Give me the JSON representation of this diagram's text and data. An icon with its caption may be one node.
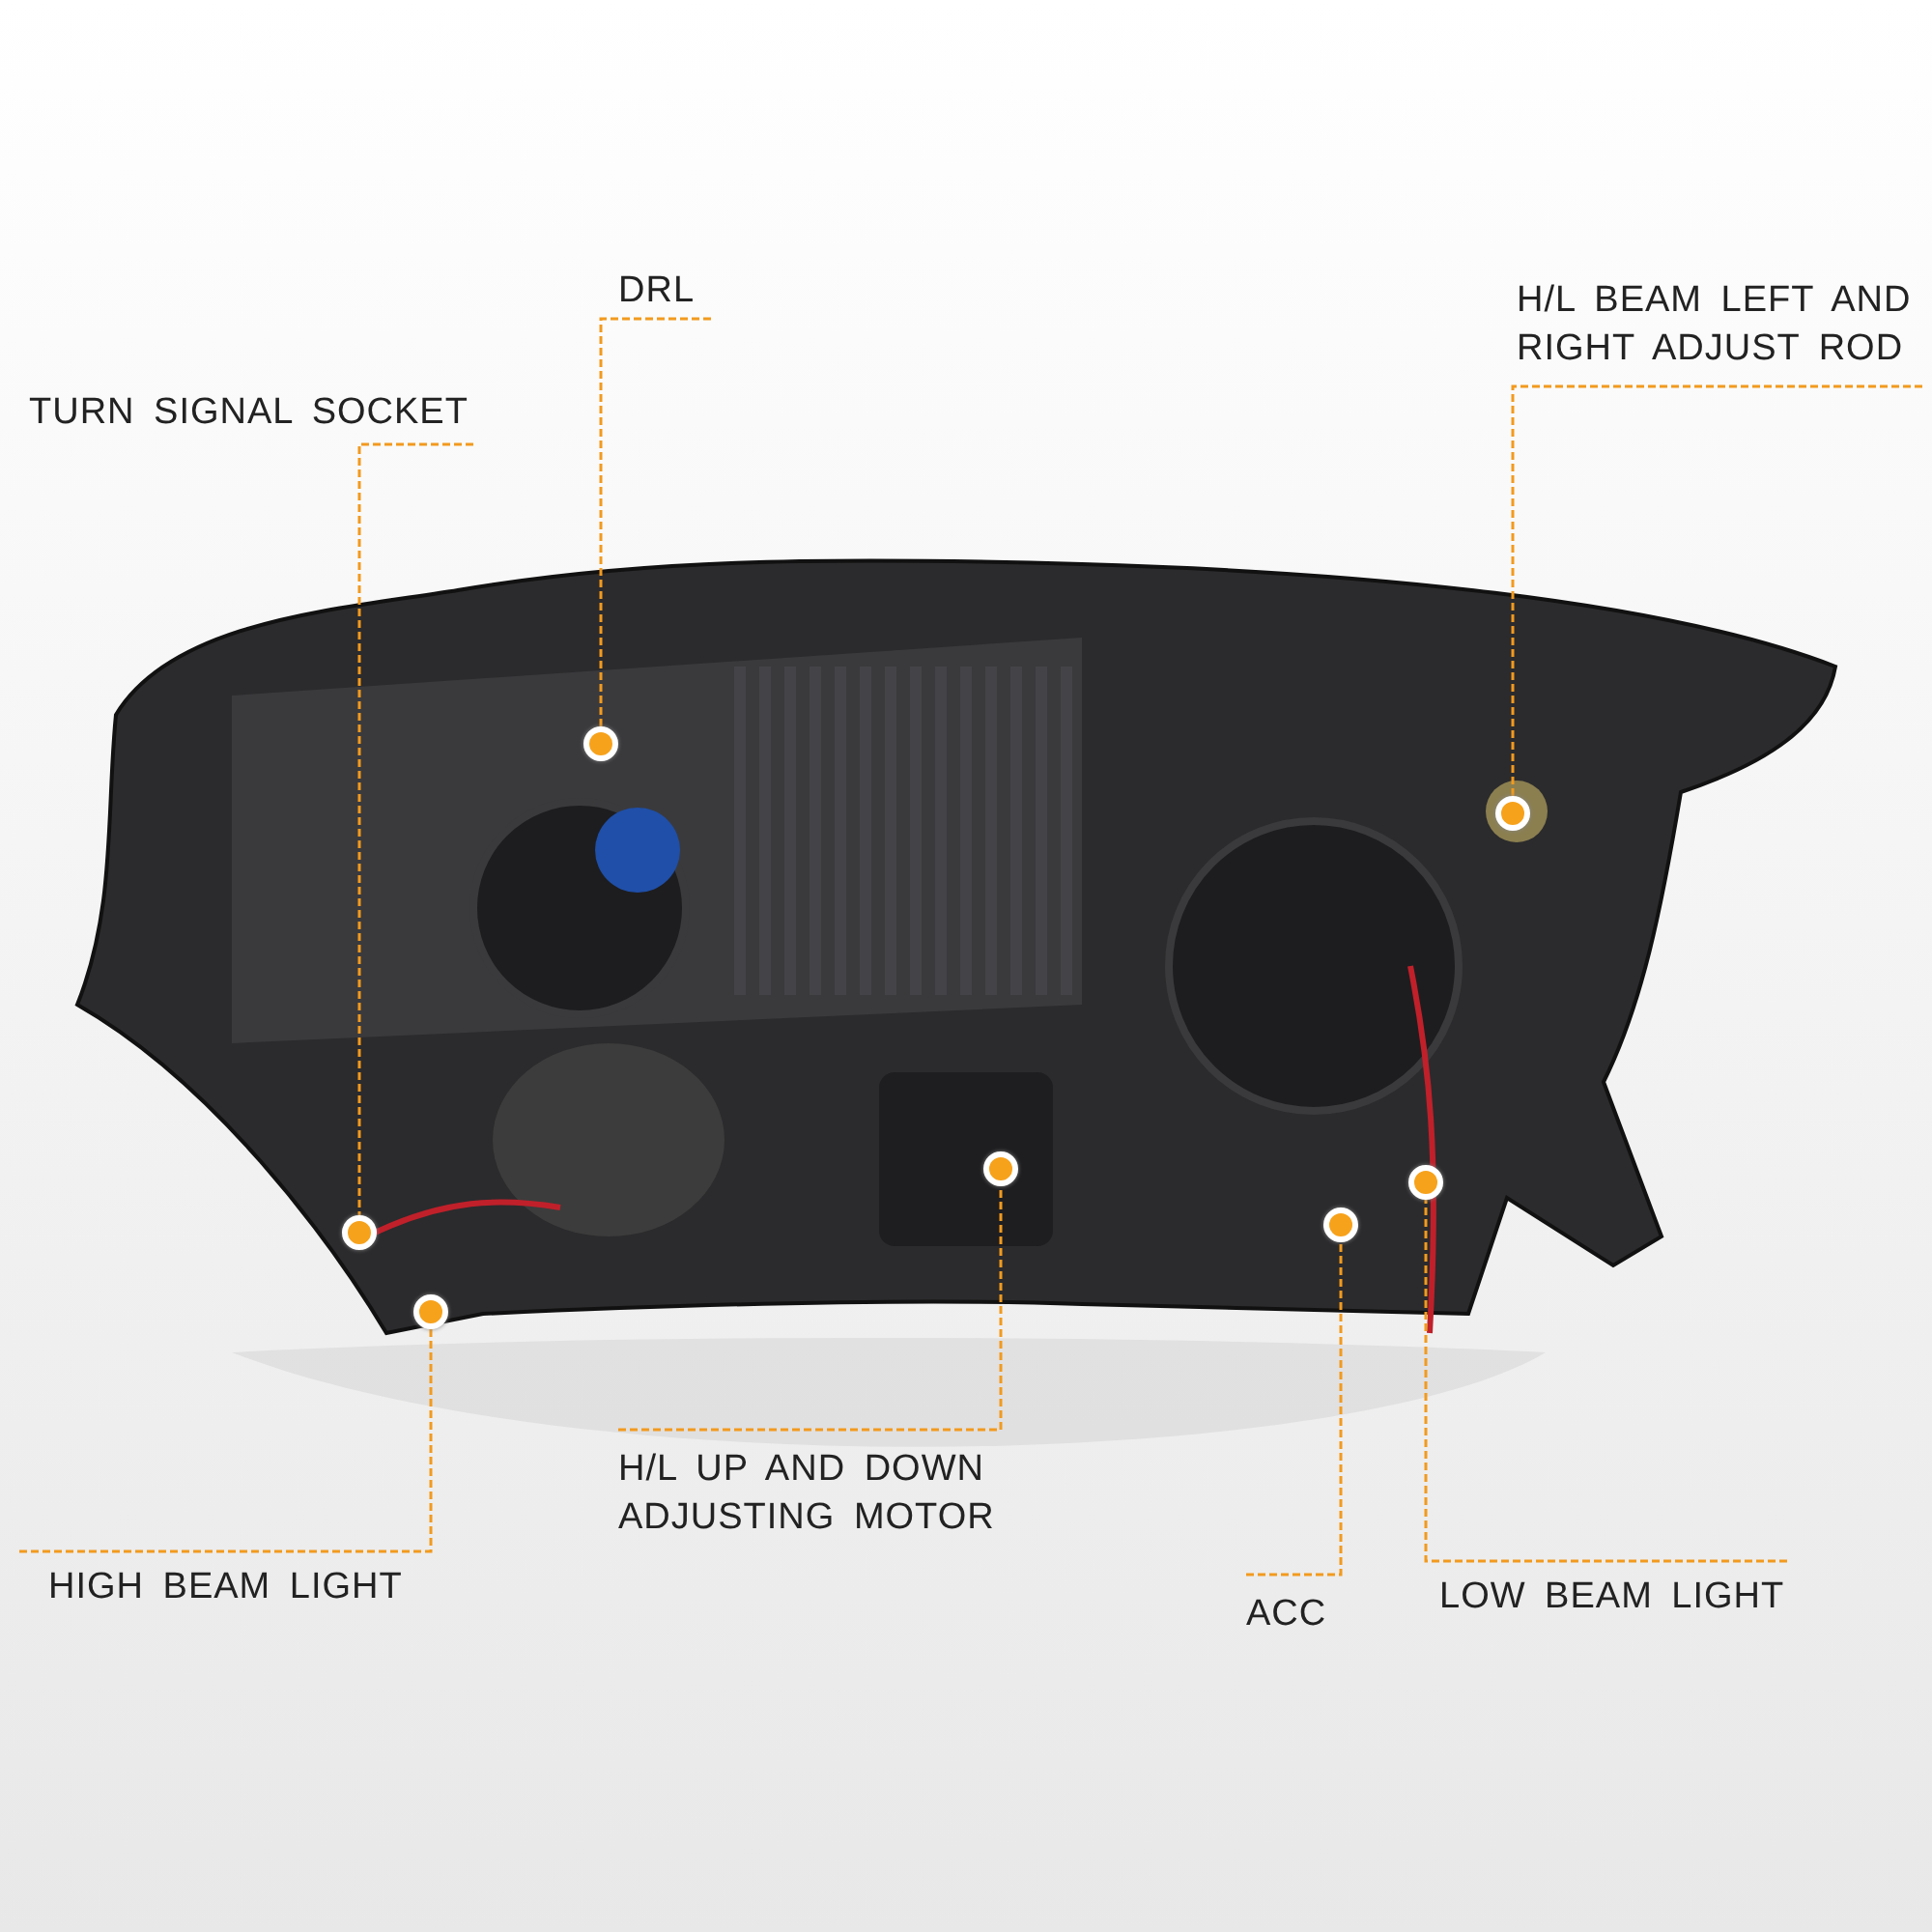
{
  "diagram": {
    "nodes": [
      {
        "text": [
          "DRL"
        ]
      },
      {
        "text": [
          "H/L BEAM LEFT AND RIGHT ADJUST ROD"
        ]
      },
      {
        "text": [
          "TURN SIGNAL SOCKET"
        ]
      },
      {
        "text": [
          "H/L UP AND DOWN ADJUSTING MOTOR"
        ]
      },
      {
        "text": [
          "HIGH BEAM LIGHT"
        ]
      },
      {
        "text": [
          "ACC"
        ]
      },
      {
        "text": [
          "LOW BEAM LIGHT"
        ]
      },
      {
        "text": [],
        "shape": "circle"
      },
      {
        "text": [],
        "shape": "circle"
      },
      {
        "text": [],
        "shape": "circle"
      },
      {
        "text": [],
        "shape": "circle"
      },
      {
        "text": [],
        "shape": "circle"
      },
      {
        "text": [],
        "shape": "circle"
      },
      {
        "text": [],
        "shape": "circle"
      }
    ],
    "edges": [
      {
        "from": 0,
        "to": 9,
        "arrow": "none",
        "style": "dashed"
      },
      {
        "from": 1,
        "to": 13,
        "arrow": "none",
        "style": "dashed"
      },
      {
        "from": 2,
        "to": 7,
        "arrow": "none",
        "style": "dashed"
      },
      {
        "from": 3,
        "to": 10,
        "arrow": "none",
        "style": "dashed"
      },
      {
        "from": 4,
        "to": 8,
        "arrow": "none",
        "style": "dashed"
      },
      {
        "from": 5,
        "to": 11,
        "arrow": "none",
        "style": "dashed"
      },
      {
        "from": 6,
        "to": 12,
        "arrow": "none",
        "style": "dashed"
      }
    ]
  }
}
